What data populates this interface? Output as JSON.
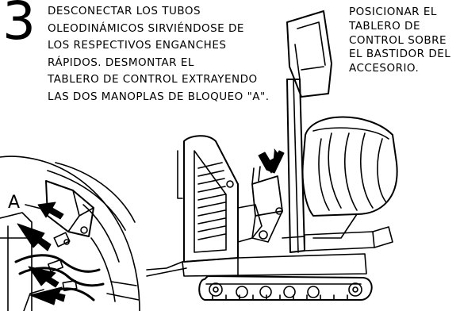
{
  "step": {
    "number": "3",
    "instruction_lines": [
      "DESCONECTAR LOS TUBOS",
      "OLEODINÁMICOS SIRVIÉNDOSE DE",
      "LOS RESPECTIVOS ENGANCHES",
      "RÁPIDOS. DESMONTAR EL",
      "TABLERO DE CONTROL EXTRAYENDO",
      "LAS DOS MANOPLAS DE BLOQUEO \"A\"."
    ]
  },
  "side_note": {
    "lines": [
      "POSICIONAR EL",
      "TABLERO DE",
      "CONTROL SOBRE",
      "EL BASTIDOR DEL",
      "ACCESORIO."
    ]
  },
  "detail_view": {
    "label": "A"
  },
  "colors": {
    "ink": "#000000",
    "paper": "#ffffff"
  }
}
